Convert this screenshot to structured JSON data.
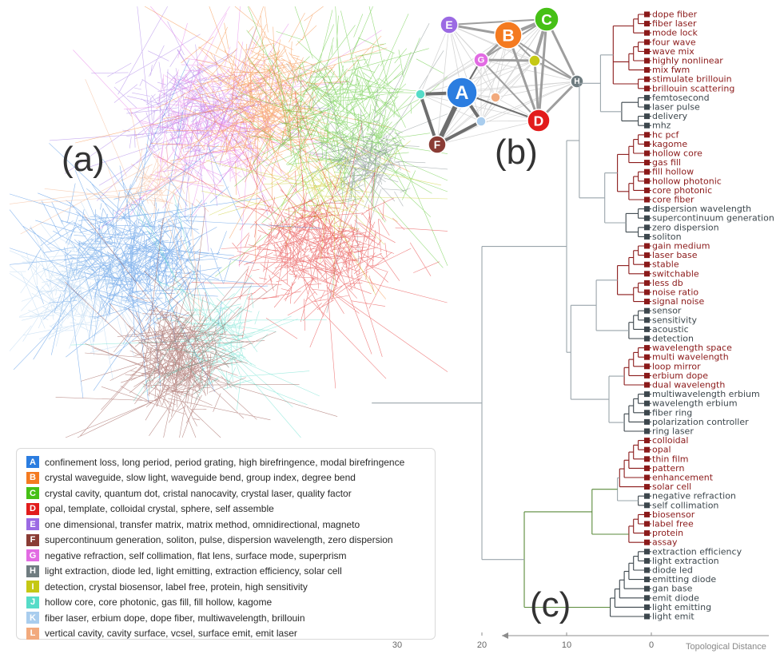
{
  "panels": {
    "a": "(a)",
    "b": "(b)",
    "c": "(c)"
  },
  "clusters": [
    {
      "letter": "A",
      "color": "#2b7de0",
      "terms": "confinement loss, long period, period grating, high birefringence, modal birefringence"
    },
    {
      "letter": "B",
      "color": "#f47a20",
      "terms": "crystal waveguide, slow light, waveguide bend, group index, degree bend"
    },
    {
      "letter": "C",
      "color": "#46c016",
      "terms": "crystal cavity, quantum dot, cristal nanocavity, crystal laser, quality factor"
    },
    {
      "letter": "D",
      "color": "#e21c1c",
      "terms": "opal, template, colloidal crystal, sphere, self assemble"
    },
    {
      "letter": "E",
      "color": "#9b6ae3",
      "terms": "one dimensional, transfer matrix, matrix method, omnidirectional, magneto"
    },
    {
      "letter": "F",
      "color": "#8a3c35",
      "terms": "supercontinuum generation, soliton, pulse, dispersion wavelength, zero dispersion"
    },
    {
      "letter": "G",
      "color": "#e26be3",
      "terms": "negative refraction, self collimation, flat lens, surface mode, superprism"
    },
    {
      "letter": "H",
      "color": "#6f7c80",
      "terms": "light extraction, diode led, light emitting, extraction efficiency, solar cell"
    },
    {
      "letter": "I",
      "color": "#c5c814",
      "terms": "detection, crystal biosensor, label free, protein, high sensitivity"
    },
    {
      "letter": "J",
      "color": "#56dcc8",
      "terms": "hollow core, core photonic, gas fill, fill hollow, kagome"
    },
    {
      "letter": "K",
      "color": "#a9cdee",
      "terms": "fiber laser, erbium dope, dope fiber, multiwavelength, brillouin"
    },
    {
      "letter": "L",
      "color": "#f2aa7d",
      "terms": "vertical cavity, cavity surface, vcsel, surface emit, emit laser"
    }
  ],
  "dendrogram": {
    "axis_title": "Topological Distance",
    "ticks": [
      30,
      20,
      10,
      0
    ],
    "xlim": [
      0,
      33
    ],
    "colors": {
      "highlight": "#8b1a1a",
      "neutral": "#3d474d",
      "group_green": "#5a8a3a",
      "axis": "#8c8c8c"
    },
    "leaves": [
      {
        "label": "dope fiber",
        "h": true
      },
      {
        "label": "fiber laser",
        "h": true
      },
      {
        "label": "mode lock",
        "h": true
      },
      {
        "label": "four wave",
        "h": true
      },
      {
        "label": "wave mix",
        "h": true
      },
      {
        "label": "highly nonlinear",
        "h": true
      },
      {
        "label": "mix fwm",
        "h": true
      },
      {
        "label": "stimulate brillouin",
        "h": true
      },
      {
        "label": "brillouin scattering",
        "h": true
      },
      {
        "label": "femtosecond",
        "h": false
      },
      {
        "label": "laser pulse",
        "h": false
      },
      {
        "label": "delivery",
        "h": false
      },
      {
        "label": "mhz",
        "h": false
      },
      {
        "label": "hc pcf",
        "h": true
      },
      {
        "label": "kagome",
        "h": true
      },
      {
        "label": "hollow core",
        "h": true
      },
      {
        "label": "gas fill",
        "h": true
      },
      {
        "label": "fill hollow",
        "h": true
      },
      {
        "label": "hollow photonic",
        "h": true
      },
      {
        "label": "core photonic",
        "h": true
      },
      {
        "label": "core fiber",
        "h": true
      },
      {
        "label": "dispersion wavelength",
        "h": false
      },
      {
        "label": "supercontinuum generation",
        "h": false
      },
      {
        "label": "zero dispersion",
        "h": false
      },
      {
        "label": "soliton",
        "h": false
      },
      {
        "label": "gain medium",
        "h": true
      },
      {
        "label": "laser base",
        "h": true
      },
      {
        "label": "stable",
        "h": true
      },
      {
        "label": "switchable",
        "h": true
      },
      {
        "label": "less db",
        "h": true
      },
      {
        "label": "noise ratio",
        "h": true
      },
      {
        "label": "signal noise",
        "h": true
      },
      {
        "label": "sensor",
        "h": false
      },
      {
        "label": "sensitivity",
        "h": false
      },
      {
        "label": "acoustic",
        "h": false
      },
      {
        "label": "detection",
        "h": false
      },
      {
        "label": "wavelength space",
        "h": true
      },
      {
        "label": "multi wavelength",
        "h": true
      },
      {
        "label": "loop mirror",
        "h": true
      },
      {
        "label": "erbium dope",
        "h": true
      },
      {
        "label": "dual wavelength",
        "h": true
      },
      {
        "label": "multiwavelength erbium",
        "h": false
      },
      {
        "label": "wavelength erbium",
        "h": false
      },
      {
        "label": "fiber ring",
        "h": false
      },
      {
        "label": "polarization controller",
        "h": false
      },
      {
        "label": "ring laser",
        "h": false
      },
      {
        "label": "colloidal",
        "h": true
      },
      {
        "label": "opal",
        "h": true
      },
      {
        "label": "thin film",
        "h": true
      },
      {
        "label": "pattern",
        "h": true
      },
      {
        "label": "enhancement",
        "h": true
      },
      {
        "label": "solar cell",
        "h": true
      },
      {
        "label": "negative refraction",
        "h": false
      },
      {
        "label": "self collimation",
        "h": false
      },
      {
        "label": "biosensor",
        "h": true
      },
      {
        "label": "label free",
        "h": true
      },
      {
        "label": "protein",
        "h": true
      },
      {
        "label": "assay",
        "h": true
      },
      {
        "label": "extraction efficiency",
        "h": false
      },
      {
        "label": "light extraction",
        "h": false
      },
      {
        "label": "diode led",
        "h": false
      },
      {
        "label": "emitting diode",
        "h": false
      },
      {
        "label": "gan base",
        "h": false
      },
      {
        "label": "emit diode",
        "h": false
      },
      {
        "label": "light emitting",
        "h": false
      },
      {
        "label": "light emit",
        "h": false
      }
    ]
  }
}
